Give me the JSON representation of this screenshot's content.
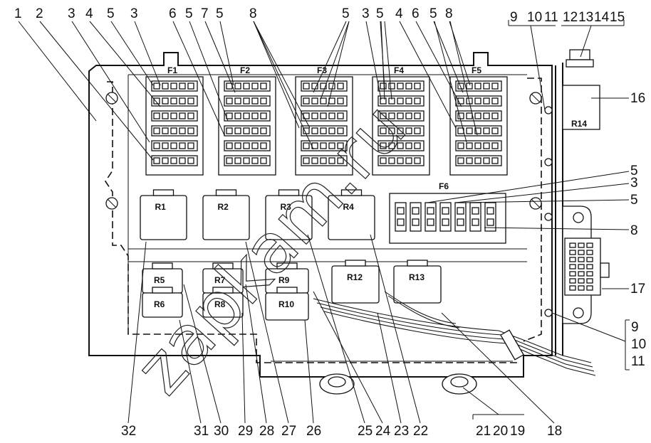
{
  "diagram": {
    "top_callouts": [
      "1",
      "2",
      "3",
      "4",
      "5",
      "3",
      "6",
      "5",
      "7",
      "5",
      "8",
      "5",
      "3",
      "5",
      "4",
      "6",
      "5",
      "8"
    ],
    "bottom_callouts": [
      "32",
      "31",
      "30",
      "29",
      "28",
      "27",
      "26",
      "25",
      "24",
      "23",
      "22",
      "18"
    ],
    "right_callouts": [
      "16",
      "5",
      "3",
      "5",
      "8",
      "17"
    ],
    "group_top_a": [
      "9",
      "10",
      "11"
    ],
    "group_top_b": [
      "12",
      "13",
      "14",
      "15"
    ],
    "group_right": [
      "9",
      "10",
      "11"
    ],
    "group_bottom": [
      "21",
      "20",
      "19"
    ],
    "fuse_blocks": [
      "F1",
      "F2",
      "F3",
      "F4",
      "F5",
      "F6"
    ],
    "relays": [
      "R1",
      "R2",
      "R3",
      "R4",
      "R5",
      "R6",
      "R7",
      "R8",
      "R9",
      "R10",
      "R12",
      "R13",
      "R14"
    ],
    "watermark": "zapkam.ru"
  }
}
